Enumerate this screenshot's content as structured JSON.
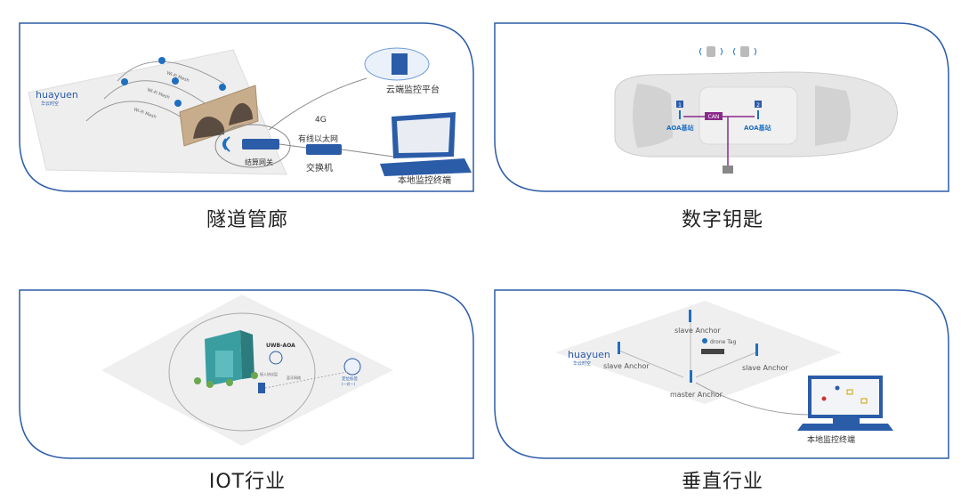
{
  "panels": [
    {
      "caption": "隧道管廊",
      "brand": "huayuen",
      "brand_sub": "华云时空",
      "labels": {
        "wifi_mesh_1": "Wi-Fi Mesh",
        "wifi_mesh_2": "Wi-Fi Mesh",
        "wifi_mesh_3": "Wi-Fi Mesh",
        "cloud": "云端监控平台",
        "link_4g": "4G",
        "ethernet": "有线以太网",
        "gateway": "结算网关",
        "switch": "交换机",
        "terminal": "本地监控终端"
      }
    },
    {
      "caption": "数字钥匙",
      "labels": {
        "anchor1_num": "1",
        "anchor2_num": "2",
        "anchor1": "AOA基站",
        "anchor2": "AOA基站",
        "can": "CAN"
      }
    },
    {
      "caption": "IOT行业",
      "labels": {
        "uwb": "UWB-AOA",
        "device": "定位标签",
        "device_sub": "(一对一)",
        "entry": "接入协议层",
        "ble": "蓝牙网络"
      }
    },
    {
      "caption": "垂直行业",
      "brand": "huayuen",
      "brand_sub": "华云时空",
      "labels": {
        "slave_top": "slave Anchor",
        "slave_left": "slave Anchor",
        "slave_right": "slave Anchor",
        "master": "master Anchor",
        "drone_tag": "drone Tag",
        "terminal": "本地监控终端"
      }
    }
  ],
  "colors": {
    "frame": "#2b5ca8",
    "accent": "#1e6fc0",
    "purple": "#8a2a8a"
  }
}
